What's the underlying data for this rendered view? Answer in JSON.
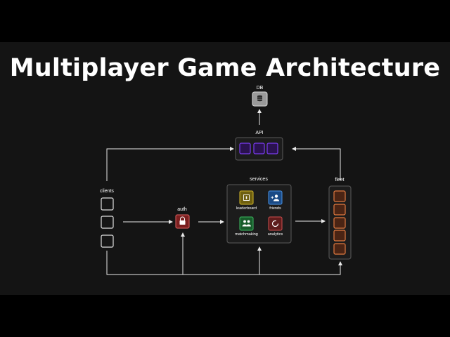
{
  "title": "Multiplayer Game Architecture",
  "nodes": {
    "db": "DB",
    "api": "API",
    "clients": "clients",
    "auth": "auth",
    "services": "services",
    "fleet": "fleet"
  },
  "services": [
    {
      "label": "leaderboard",
      "icon": "leaderboard-icon",
      "color": "#8f7a12"
    },
    {
      "label": "friends",
      "icon": "add-friend-icon",
      "color": "#1f5fa8"
    },
    {
      "label": "matchmaking",
      "icon": "people-icon",
      "color": "#1e7a38"
    },
    {
      "label": "analytics",
      "icon": "analytics-icon",
      "color": "#7a2424"
    }
  ],
  "colors": {
    "background": "#141414",
    "line": "#e8e8e8",
    "api_slot": "#6b2bd9",
    "fleet_slot": "#d9743a",
    "auth": "#c0392b",
    "db": "#9a9a9a"
  }
}
